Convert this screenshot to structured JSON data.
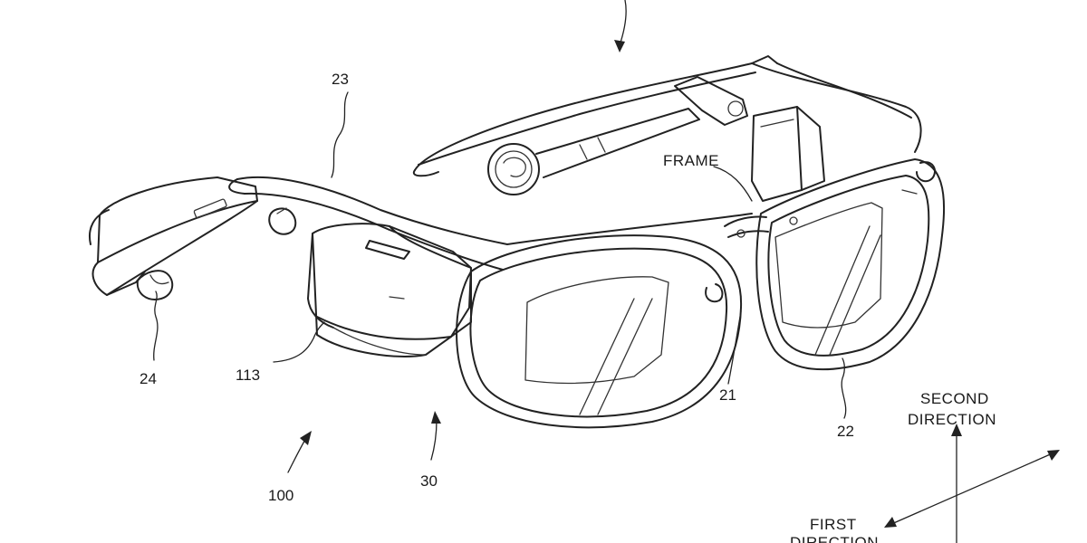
{
  "figure": {
    "labels": {
      "ref_23": "23",
      "ref_24": "24",
      "ref_113": "113",
      "ref_100": "100",
      "ref_30": "30",
      "ref_21": "21",
      "ref_22": "22",
      "frame": "FRAME",
      "second_direction_line1": "SECOND",
      "second_direction_line2": "DIRECTION",
      "first_direction_line1": "FIRST",
      "first_direction_line2": "DIRECTION"
    }
  }
}
